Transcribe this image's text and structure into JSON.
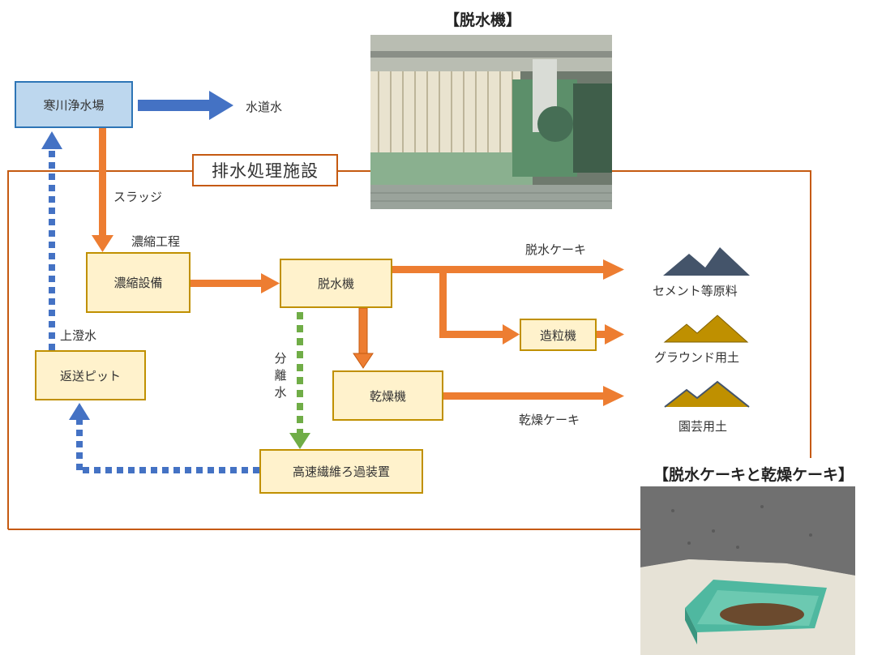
{
  "captions": {
    "dewatering_photo": "【脱水機】",
    "cake_photo": "【脱水ケーキと乾燥ケーキ】"
  },
  "facility_label": "排水処理施設",
  "nodes": {
    "water_plant": "寒川浄水場",
    "thickener": "濃縮設備",
    "dewatering": "脱水機",
    "granulator": "造粒機",
    "dryer": "乾燥機",
    "return_pit": "返送ピット",
    "filter": "高速繊維ろ過装置"
  },
  "labels": {
    "tap_water": "水道水",
    "sludge": "スラッジ",
    "thickening_process": "濃縮工程",
    "supernatant": "上澄水",
    "dewatered_cake": "脱水ケーキ",
    "dried_cake": "乾燥ケーキ",
    "separated_water": [
      "分",
      "離",
      "水"
    ]
  },
  "products": {
    "cement": "セメント等原料",
    "ground_soil": "グラウンド用土",
    "garden_soil": "園芸用土"
  },
  "colors": {
    "orange_arrow": "#ed7d31",
    "blue_arrow": "#4472c4",
    "green_arrow": "#70ad47",
    "facility_border": "#c55a11",
    "node_blue_fill": "#bdd7ee",
    "node_yellow_fill": "#fff2cc",
    "mountain_navy": "#44546a",
    "mountain_gold": "#bf9000"
  }
}
